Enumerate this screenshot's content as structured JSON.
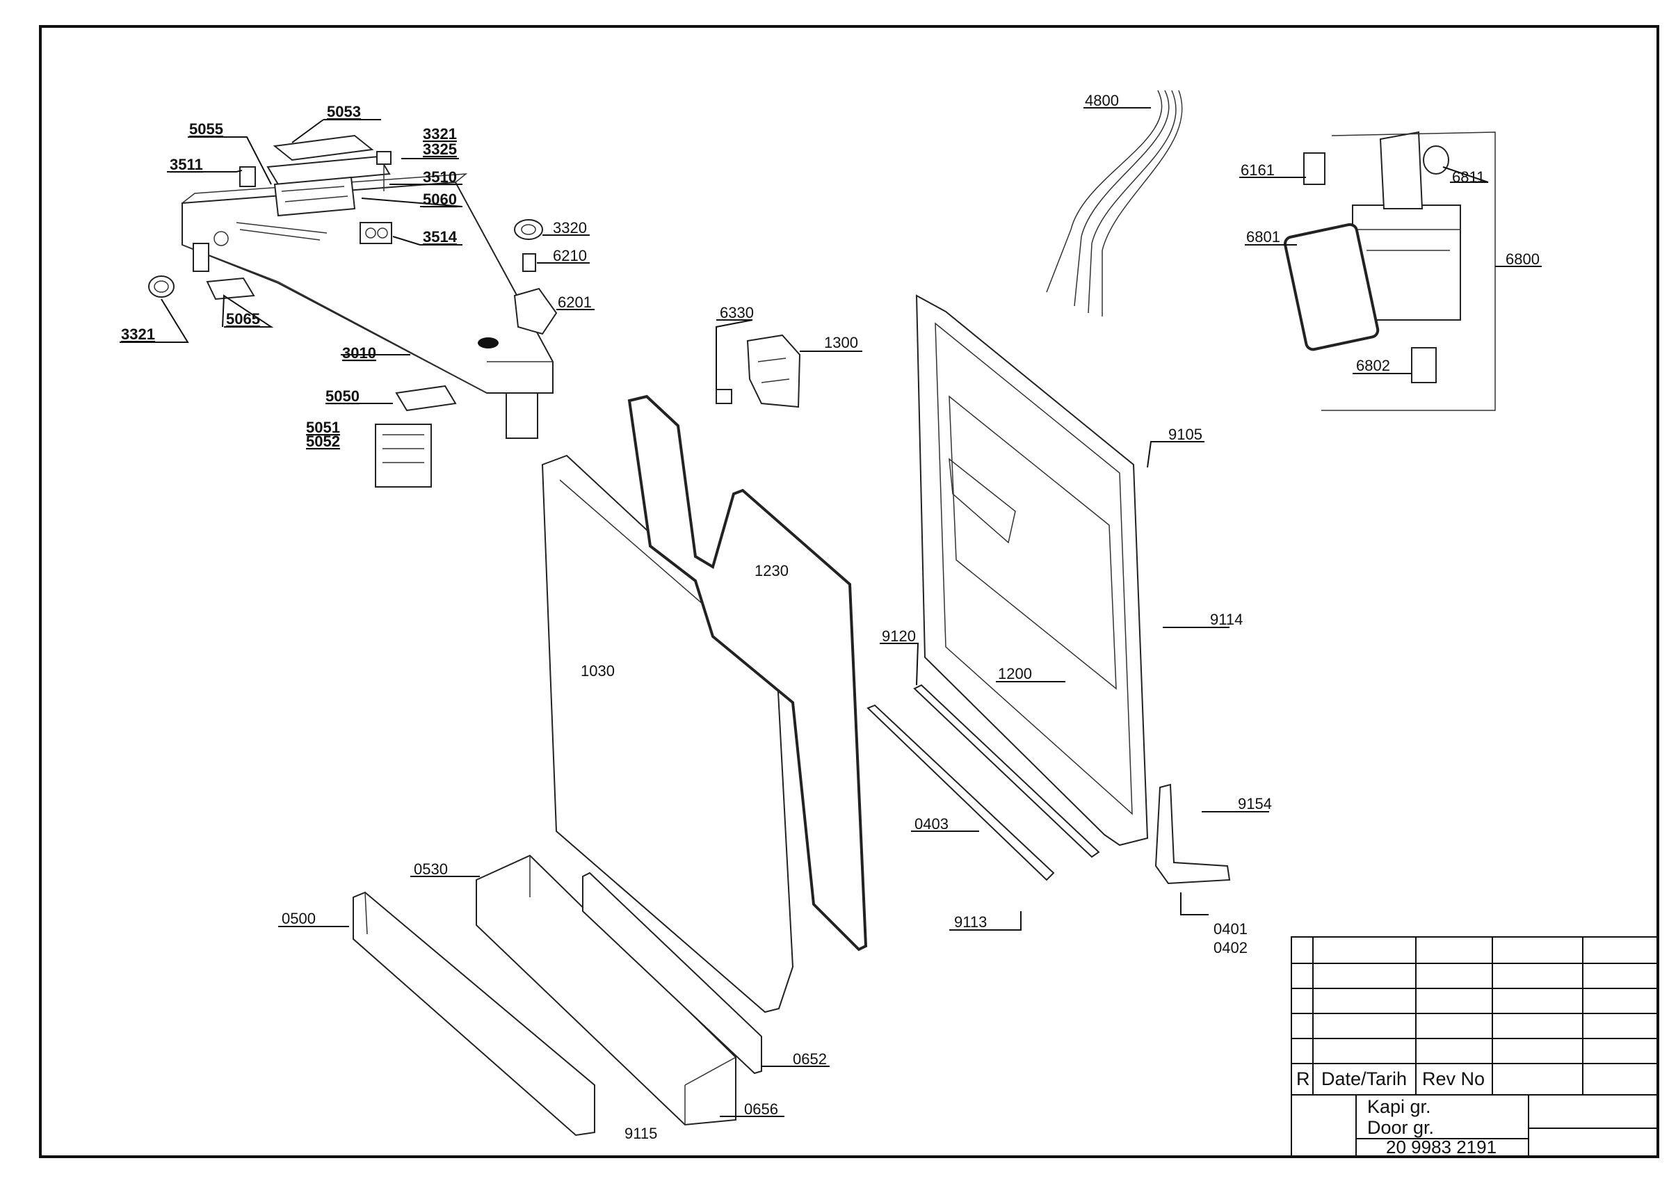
{
  "callouts": {
    "c5053": "5053",
    "c5055": "5055",
    "c3511": "3511",
    "c3321a": "3321",
    "c3325": "3325",
    "c3510": "3510",
    "c5060": "5060",
    "c3514": "3514",
    "c3320": "3320",
    "c6210": "6210",
    "c6201": "6201",
    "c3321b": "3321",
    "c5065": "5065",
    "c3010": "3010",
    "c5050": "5050",
    "c5051": "5051",
    "c5052": "5052",
    "c6330": "6330",
    "c1300": "1300",
    "c1230": "1230",
    "c1030": "1030",
    "c4800": "4800",
    "c6161": "6161",
    "c6811": "6811",
    "c6801": "6801",
    "c6800": "6800",
    "c6802": "6802",
    "c9105": "9105",
    "c9114": "9114",
    "c9120": "9120",
    "c1200": "1200",
    "c9154": "9154",
    "c0403": "0403",
    "c9113": "9113",
    "c0401": "0401",
    "c0402": "0402",
    "c0530": "0530",
    "c0500": "0500",
    "c0652": "0652",
    "c0656": "0656",
    "c9115": "9115"
  },
  "title_block": {
    "rev_col_r": "R",
    "date_col": "Date/Tarih",
    "rev_no_col": "Rev No",
    "title_line1": "Kapi gr.",
    "title_line2": "Door gr.",
    "drawing_number": "20 9983 2191"
  }
}
